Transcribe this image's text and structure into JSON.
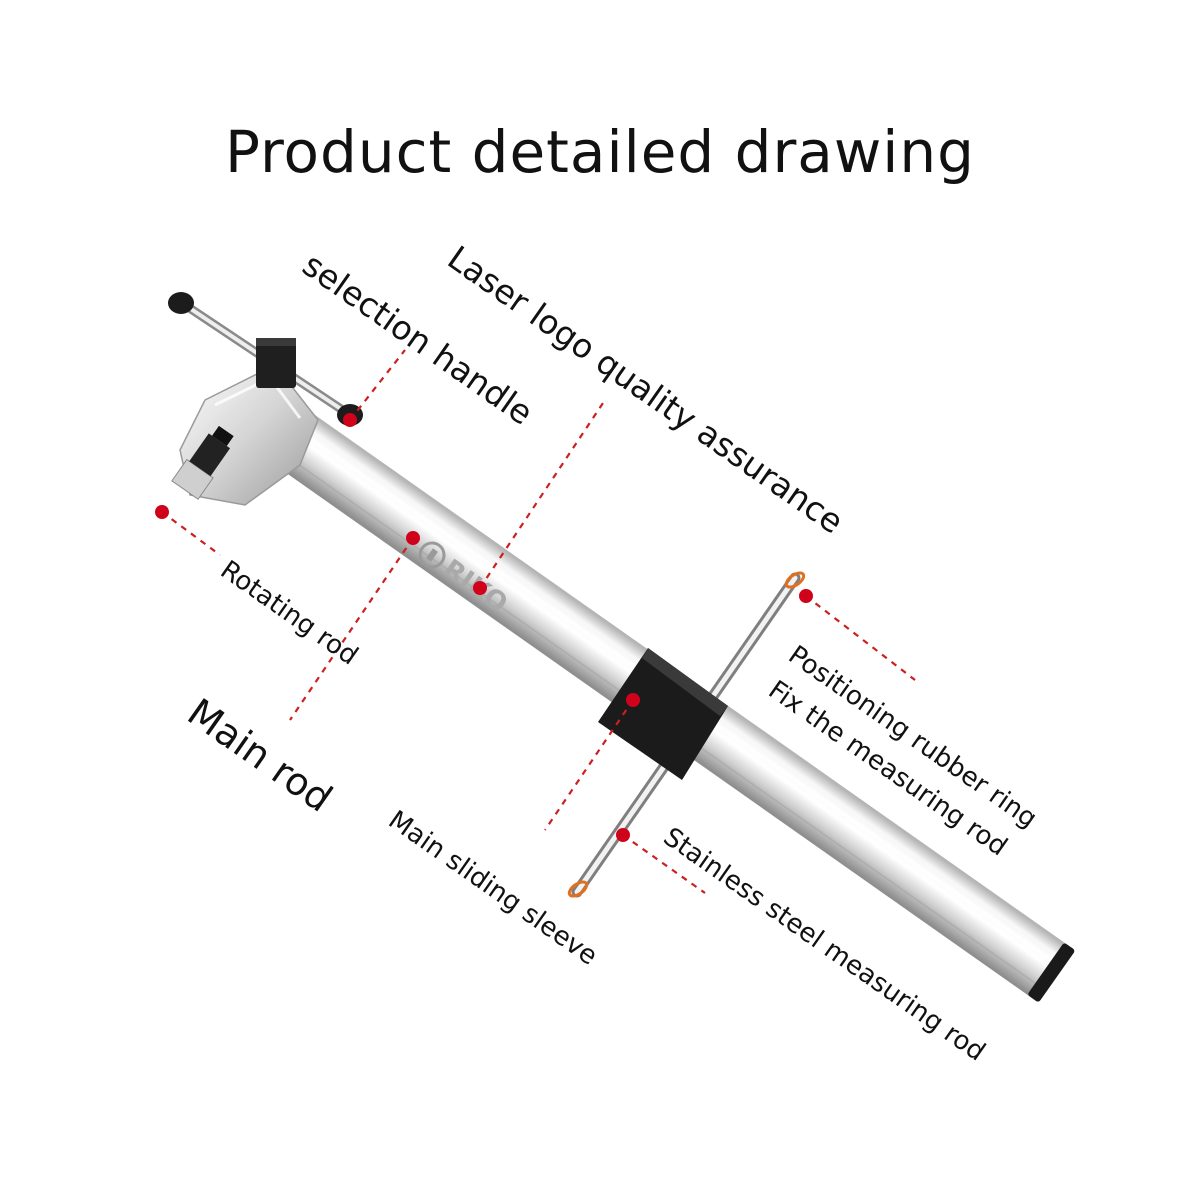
{
  "title": "Product detailed drawing",
  "logo_text": "RIKO",
  "colors": {
    "accent": "#d0021b",
    "leader": "#cc1f1f",
    "metal": "#e6e6e6",
    "sleeve": "#1b1b1b"
  },
  "labels": {
    "selection_handle": "selection handle",
    "laser_logo": "Laser logo quality assurance",
    "rotating_rod": "Rotating rod",
    "main_rod": "Main rod",
    "positioning_ring": "Positioning rubber ring",
    "fix_measuring_rod": "Fix the measuring rod",
    "main_sliding_sleeve": "Main sliding sleeve",
    "measuring_rod": "Stainless steel measuring rod"
  }
}
